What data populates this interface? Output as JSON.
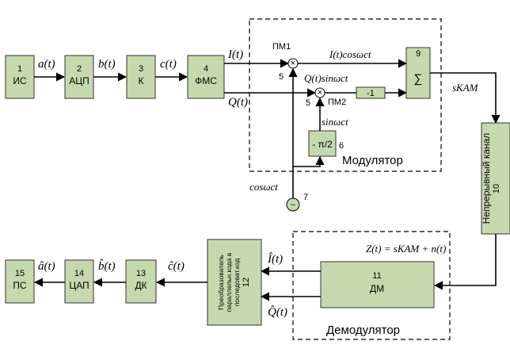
{
  "blocks": {
    "b1": {
      "num": "1",
      "label": "ИС"
    },
    "b2": {
      "num": "2",
      "label": "АЦП"
    },
    "b3": {
      "num": "3",
      "label": "К"
    },
    "b4": {
      "num": "4",
      "label": "ФМС"
    },
    "b6": {
      "num": "6",
      "label": "- π/2"
    },
    "b7": {
      "num": "7"
    },
    "b9": {
      "num": "9"
    },
    "b10": {
      "num": "10",
      "label": "Непрерывный канал"
    },
    "b11": {
      "num": "11",
      "label": "ДМ"
    },
    "b12": {
      "num": "12",
      "label": "Преобразователь параллельн.кода в последоват.код"
    },
    "b13": {
      "num": "13",
      "label": "ДК"
    },
    "b14": {
      "num": "14",
      "label": "ЦАП"
    },
    "b15": {
      "num": "15",
      "label": "ПС"
    }
  },
  "signals": {
    "a": "a(t)",
    "b": "b(t)",
    "c": "c(t)",
    "I": "I(t)",
    "Q": "Q(t)",
    "icos": "I(t)cosωct",
    "qsin": "Q(t)sinωct",
    "sinwc": "sinωct",
    "coswc": "cosωct",
    "skam": "sКАМ",
    "z": "Z(t) = sКАМ + n(t)",
    "ihat": "Î(t)",
    "qhat": "Q̂(t)",
    "chat": "ĉ(t)",
    "bhat": "b̂(t)",
    "ahat": "â(t)"
  },
  "multipliers": {
    "pm1": "ПМ1",
    "pm2": "ПМ2",
    "pm1_num": "5",
    "pm2_num": "5"
  },
  "regions": {
    "modulator": "Модулятор",
    "demodulator": "Демодулятор"
  }
}
